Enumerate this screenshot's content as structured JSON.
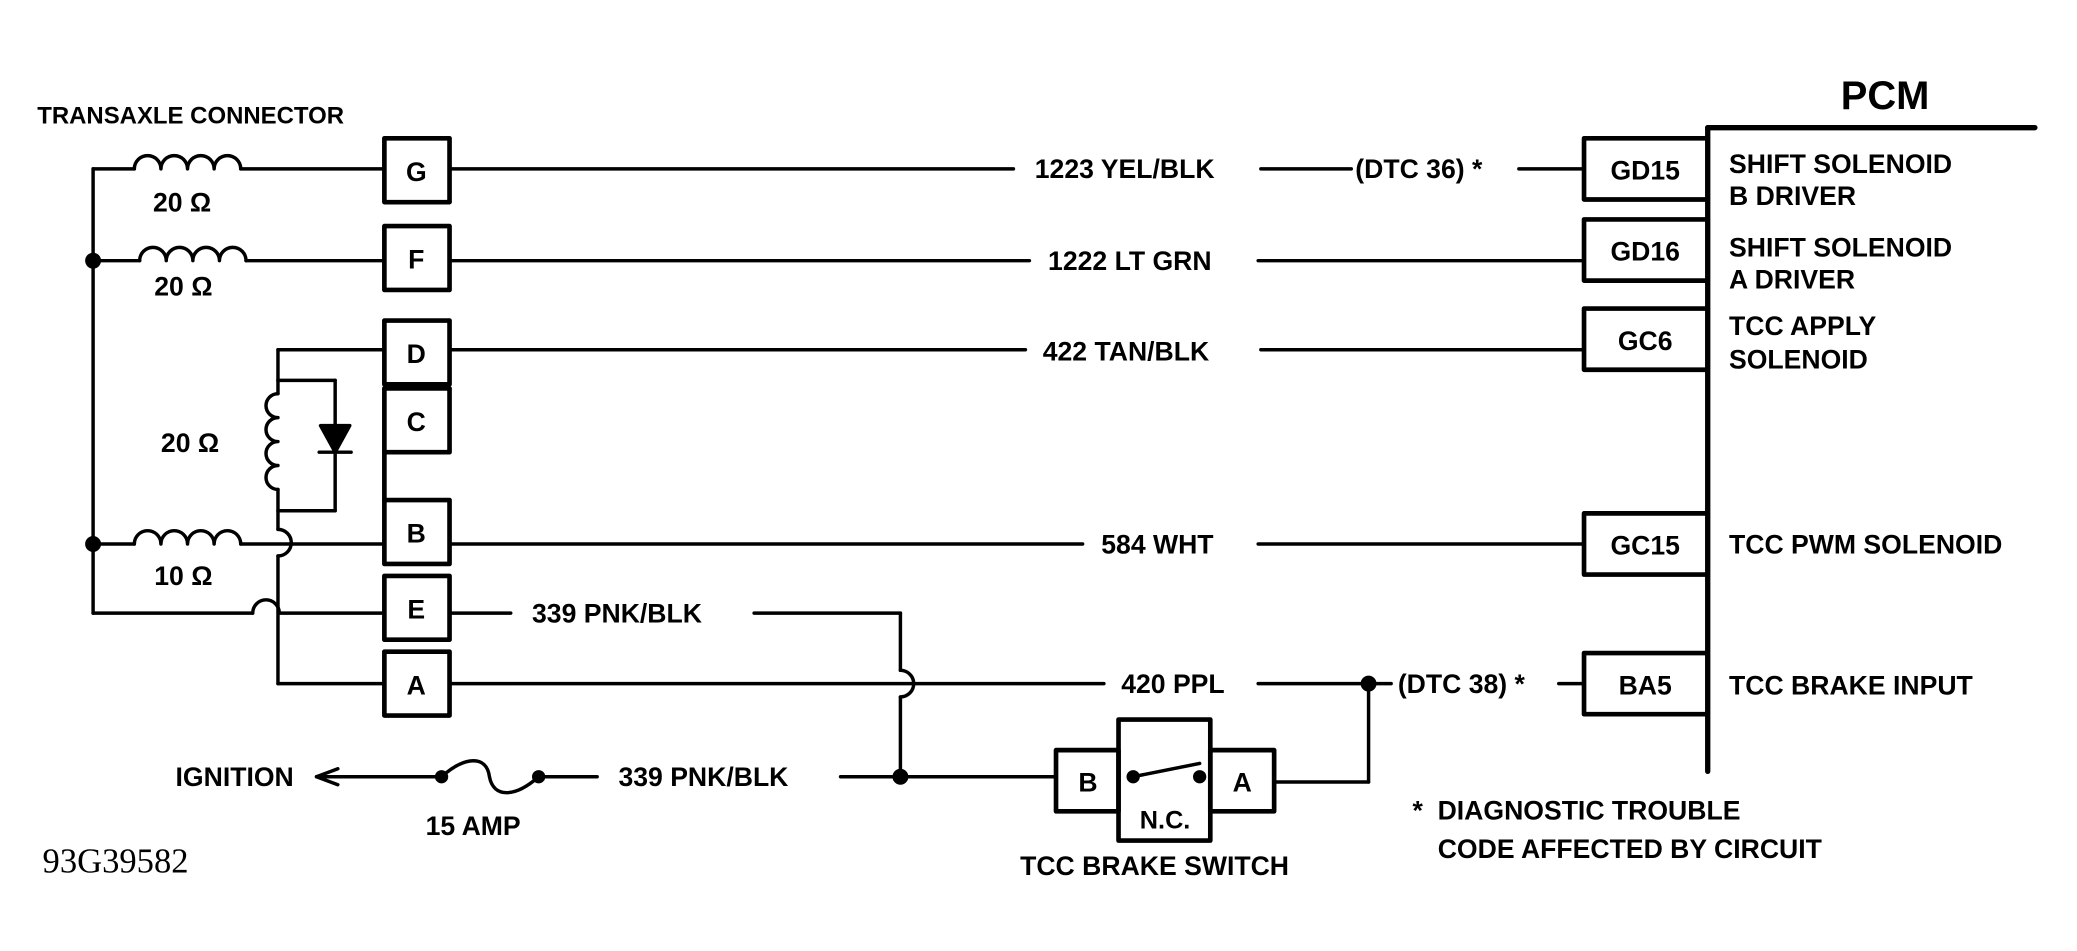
{
  "transaxle_connector": {
    "title": "TRANSAXLE CONNECTOR",
    "pins": [
      "G",
      "F",
      "D",
      "C",
      "B",
      "E",
      "A"
    ],
    "resistances": [
      "20 Ω",
      "20 Ω",
      "20 Ω",
      "10 Ω"
    ]
  },
  "pcm": {
    "title": "PCM",
    "terminals": [
      "GD15",
      "GD16",
      "GC6",
      "GC15",
      "BA5"
    ],
    "functions": [
      [
        "SHIFT SOLENOID",
        "B DRIVER"
      ],
      [
        "SHIFT SOLENOID",
        "A DRIVER"
      ],
      [
        "TCC APPLY",
        "SOLENOID"
      ],
      [
        "TCC PWM SOLENOID"
      ],
      [
        "TCC BRAKE INPUT"
      ]
    ]
  },
  "wires": [
    "1223 YEL/BLK",
    "1222 LT GRN",
    "422 TAN/BLK",
    "584 WHT",
    "339 PNK/BLK",
    "420 PPL",
    "339 PNK/BLK"
  ],
  "dtc_labels": [
    "(DTC 36) *",
    "(DTC 38) *"
  ],
  "ignition": {
    "label": "IGNITION",
    "fuse": "15 AMP"
  },
  "brake_switch": {
    "title": "TCC BRAKE SWITCH",
    "pins": [
      "B",
      "A"
    ],
    "state": "N.C."
  },
  "footnote": [
    "*  DIAGNOSTIC TROUBLE",
    "CODE AFFECTED BY CIRCUIT"
  ],
  "figure_id": "93G39582"
}
